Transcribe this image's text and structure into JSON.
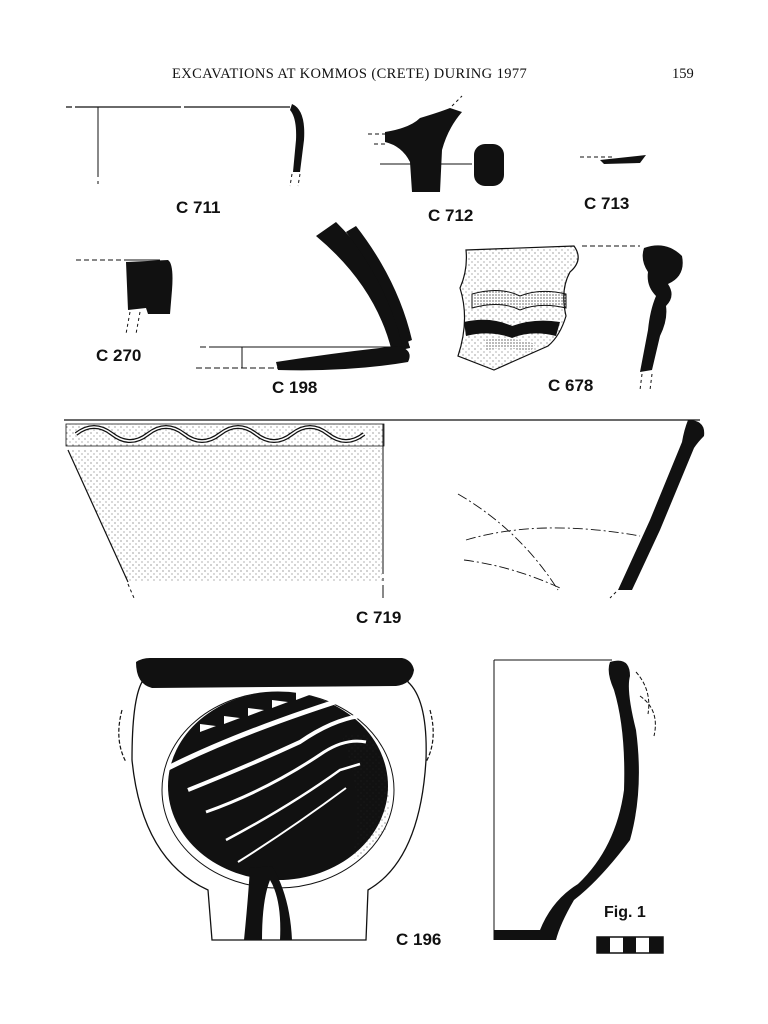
{
  "header": {
    "running_title": "EXCAVATIONS AT KOMMOS (CRETE) DURING 1977",
    "page_number": "159"
  },
  "catalog": {
    "c711": "C  711",
    "c712": "C  712",
    "c713": "C  713",
    "c270": "C  270",
    "c198": "C  198",
    "c678": "C  678",
    "c719": "C  719",
    "c196": "C  196"
  },
  "figure": {
    "label": "Fig. 1"
  },
  "colors": {
    "ink": "#111111",
    "paper": "#ffffff"
  }
}
